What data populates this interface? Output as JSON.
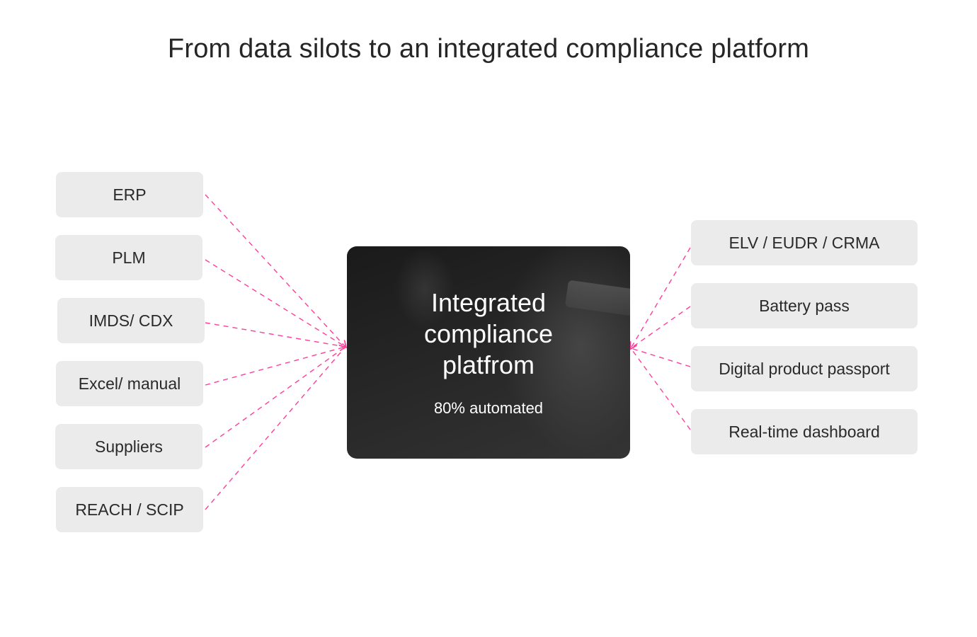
{
  "title": "From data silots to an integrated compliance platform",
  "colors": {
    "connector": "#ff3d9a",
    "box_bg": "#ebebeb",
    "center_bg": "#1e1e1e",
    "text": "#2a2a2a"
  },
  "inputs": [
    {
      "label": "ERP"
    },
    {
      "label": "PLM"
    },
    {
      "label": "IMDS/ CDX"
    },
    {
      "label": "Excel/ manual"
    },
    {
      "label": "Suppliers"
    },
    {
      "label": "REACH / SCIP"
    }
  ],
  "center": {
    "title_lines": [
      "Integrated",
      "compliance",
      "platfrom"
    ],
    "subtitle": "80% automated",
    "background_icon": "lady-justice-image"
  },
  "outputs": [
    {
      "label": "ELV / EUDR / CRMA"
    },
    {
      "label": "Battery pass"
    },
    {
      "label": "Digital product passport"
    },
    {
      "label": "Real-time dashboard"
    }
  ]
}
